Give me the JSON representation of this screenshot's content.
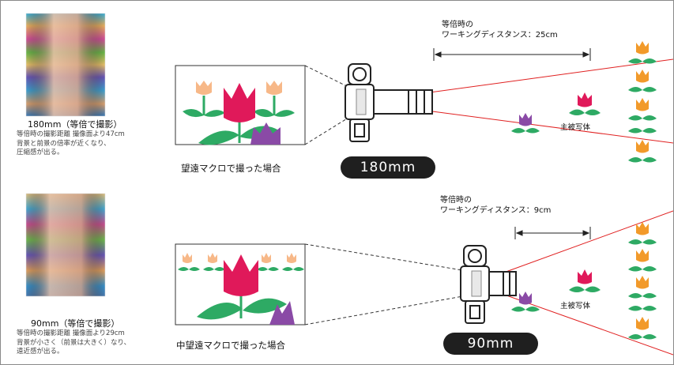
{
  "panels": [
    {
      "photo_caption": "180mm（等倍で撮影）",
      "photo_description": "等倍時の撮影距離 撮像面より47cm\n背景と前景の倍率が近くなり、\n圧縮感が出る。",
      "case_caption": "望遠マクロで撮った場合",
      "distance_label": "等倍時の\nワーキングディスタンス：25cm",
      "focal_length": "180mm",
      "subject_label": "主被写体"
    },
    {
      "photo_caption": "90mm（等倍で撮影）",
      "photo_description": "等倍時の撮影距離 撮像面より29cm\n背景が小さく（前景は大きく）なり、\n遠近感が出る。",
      "case_caption": "中望遠マクロで撮った場合",
      "distance_label": "等倍時の\nワーキングディスタンス：9cm",
      "focal_length": "90mm",
      "subject_label": "主被写体"
    }
  ],
  "colors": {
    "badge_bg": "#1f1f1f",
    "view_line": "#e02020",
    "tulip_red": "#e0195a",
    "tulip_orange": "#f29a2a",
    "tulip_peach": "#f7b888",
    "tulip_purple": "#8a4aa6",
    "leaf_green": "#2eaa64"
  }
}
